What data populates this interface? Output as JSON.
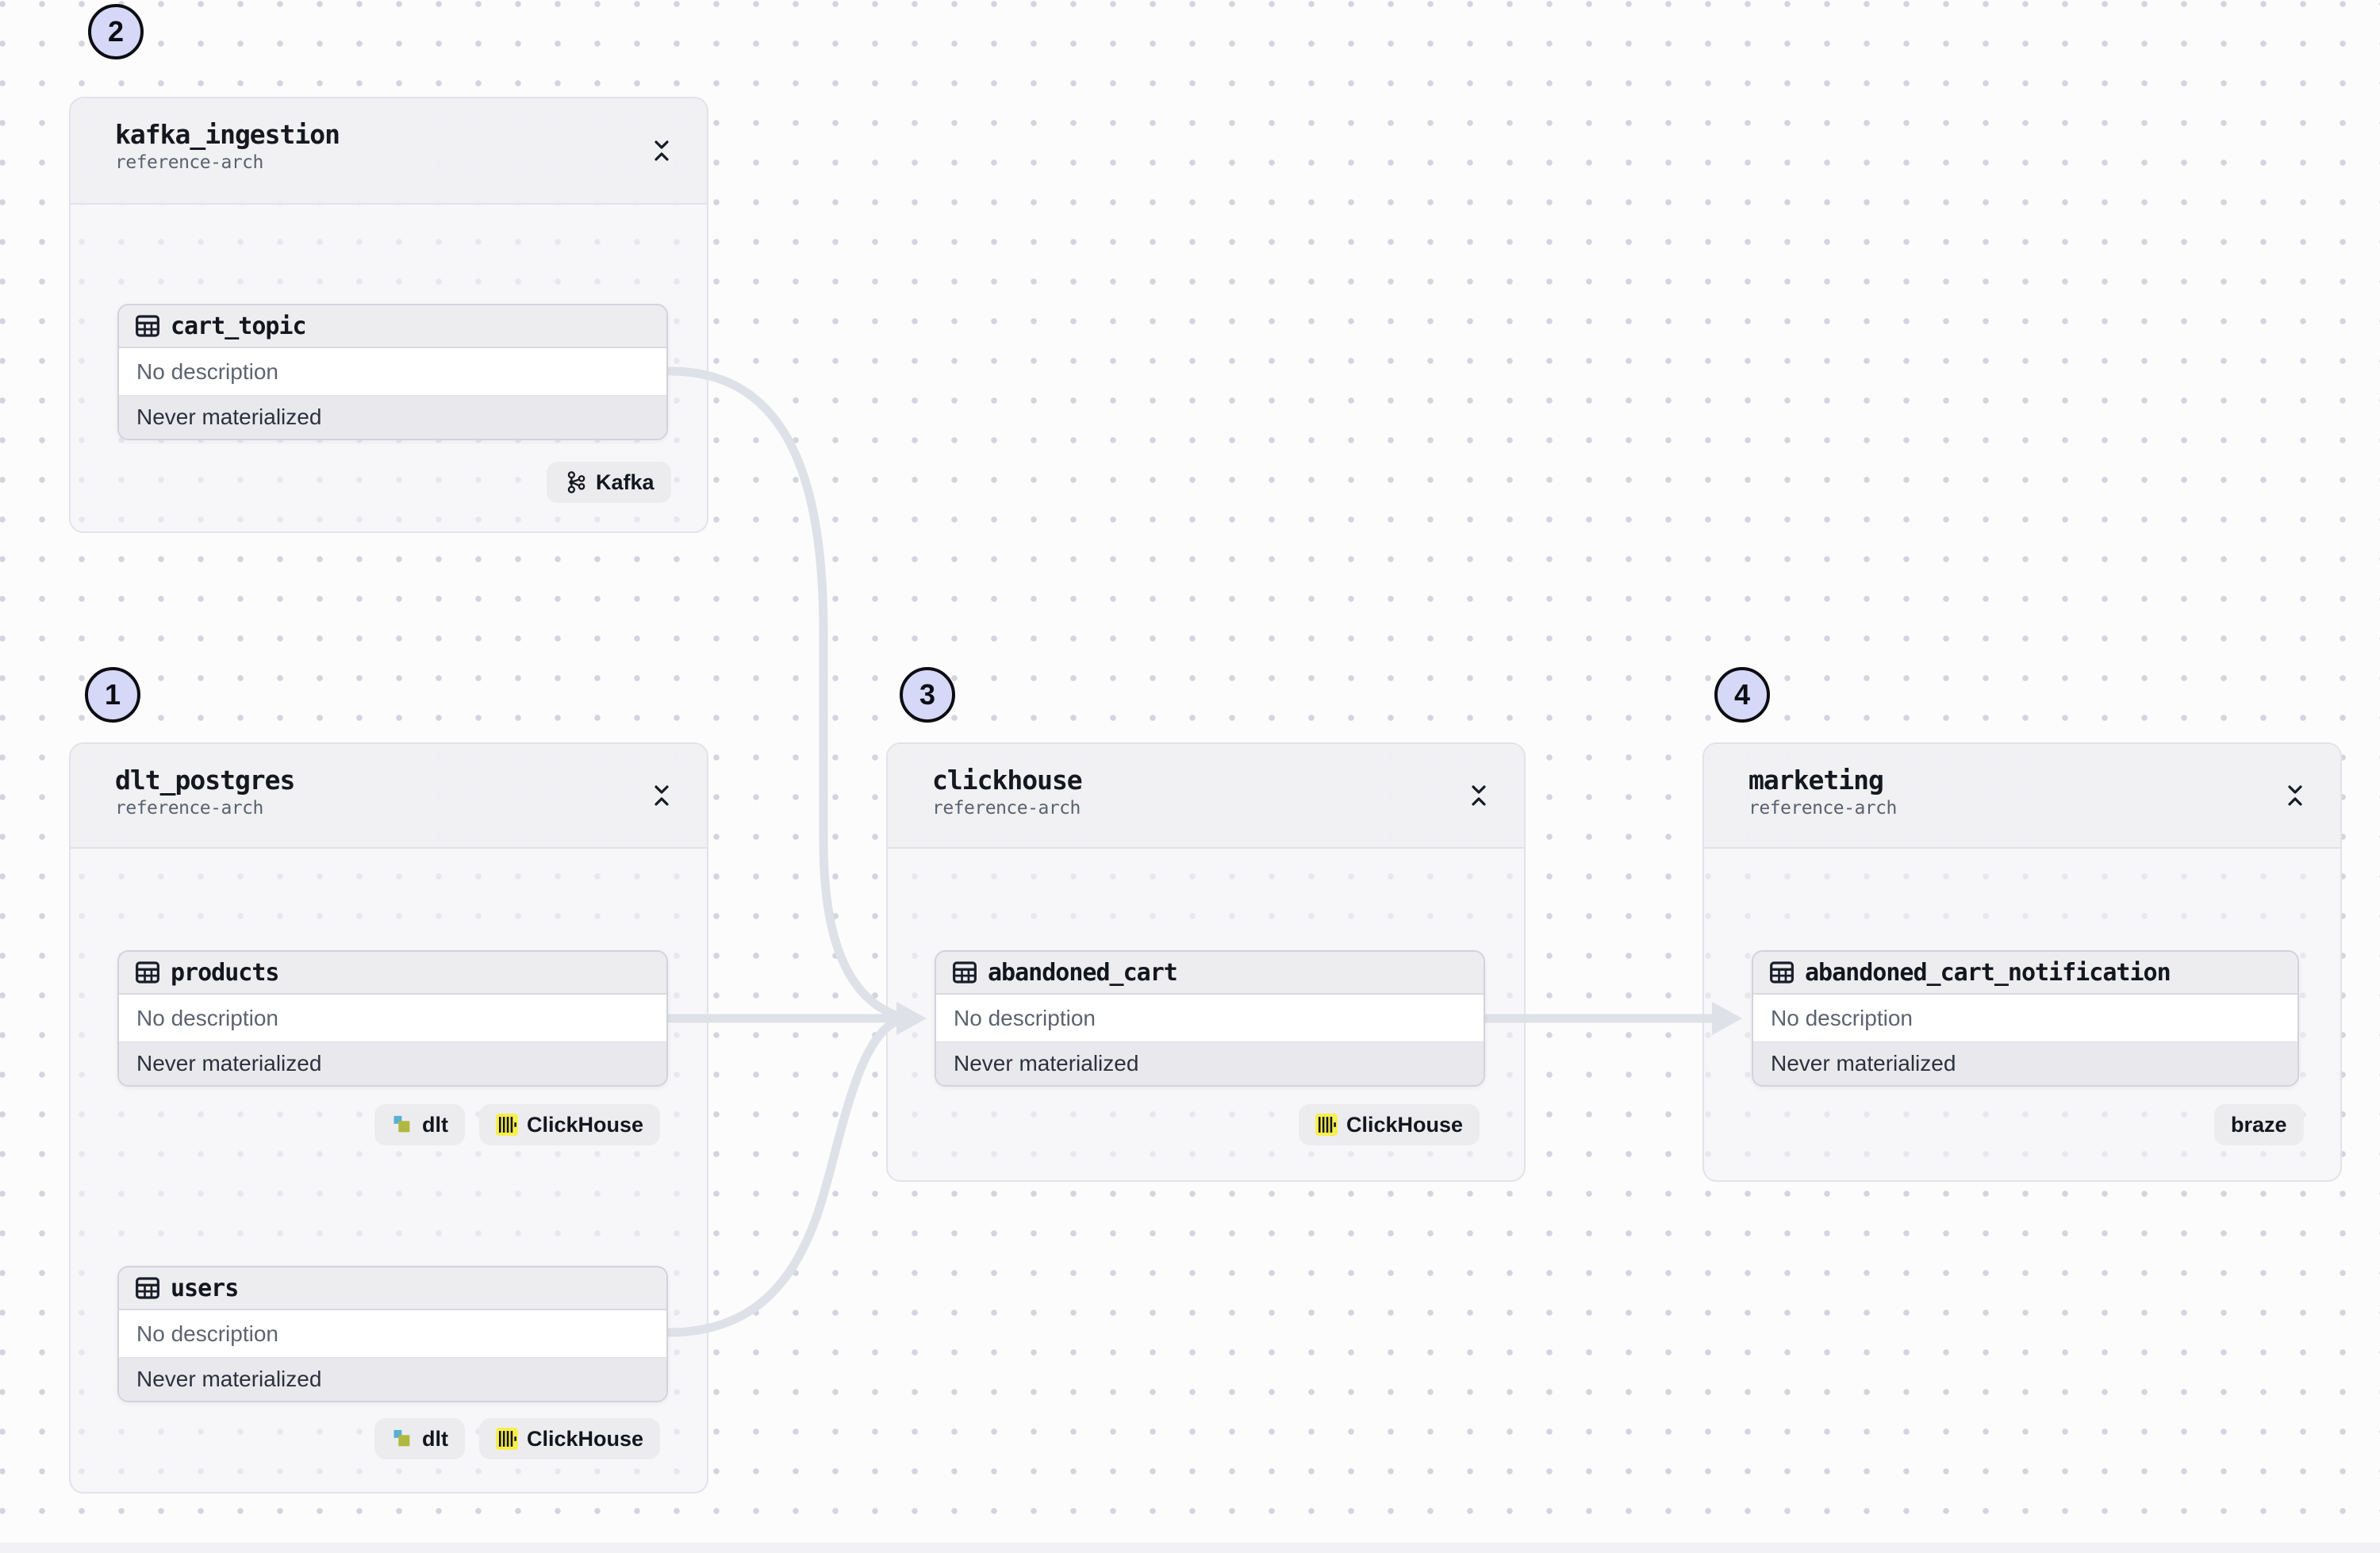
{
  "canvas": {
    "background_color": "#fcfcfd",
    "dot_color": "#d3d4de",
    "edge_color": "#dfe1e8",
    "marker_fill": "#d6d8f7",
    "clickhouse_brand_yellow": "#f7ef4e",
    "dlt_brand_blue": "#57b1d4",
    "dlt_brand_olive": "#b0b83f"
  },
  "groups": [
    {
      "number": "1",
      "title": "dlt_postgres",
      "subtitle": "reference-arch",
      "collapse_icon": "collapse-vertical-icon",
      "assets": [
        {
          "name": "products",
          "description": "No description",
          "status": "Never materialized",
          "kinds": [
            {
              "label": "dlt",
              "icon": "dlt-icon"
            },
            {
              "label": "ClickHouse",
              "icon": "clickhouse-icon"
            }
          ]
        },
        {
          "name": "users",
          "description": "No description",
          "status": "Never materialized",
          "kinds": [
            {
              "label": "dlt",
              "icon": "dlt-icon"
            },
            {
              "label": "ClickHouse",
              "icon": "clickhouse-icon"
            }
          ]
        }
      ]
    },
    {
      "number": "2",
      "title": "kafka_ingestion",
      "subtitle": "reference-arch",
      "collapse_icon": "collapse-vertical-icon",
      "assets": [
        {
          "name": "cart_topic",
          "description": "No description",
          "status": "Never materialized",
          "kinds": [
            {
              "label": "Kafka",
              "icon": "kafka-icon"
            }
          ]
        }
      ]
    },
    {
      "number": "3",
      "title": "clickhouse",
      "subtitle": "reference-arch",
      "collapse_icon": "collapse-vertical-icon",
      "assets": [
        {
          "name": "abandoned_cart",
          "description": "No description",
          "status": "Never materialized",
          "kinds": [
            {
              "label": "ClickHouse",
              "icon": "clickhouse-icon"
            }
          ]
        }
      ]
    },
    {
      "number": "4",
      "title": "marketing",
      "subtitle": "reference-arch",
      "collapse_icon": "collapse-vertical-icon",
      "assets": [
        {
          "name": "abandoned_cart_notification",
          "description": "No description",
          "status": "Never materialized",
          "kinds": [
            {
              "label": "braze",
              "icon": null
            }
          ]
        }
      ]
    }
  ]
}
